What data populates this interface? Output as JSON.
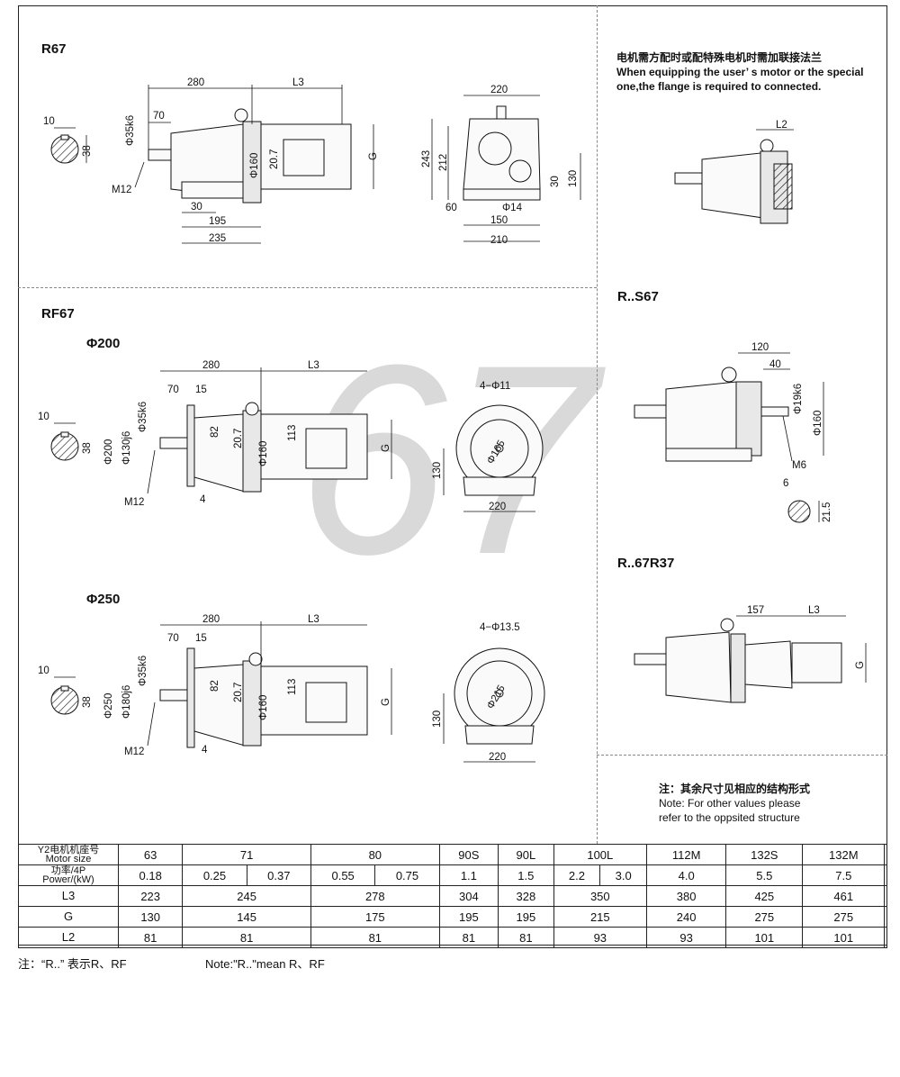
{
  "watermark": "67",
  "sections": {
    "r67": "R67",
    "rf67": "RF67",
    "phi200": "Φ200",
    "phi250": "Φ250",
    "rs67": "R..S67",
    "r67r37": "R..67R37"
  },
  "notes": {
    "flange_cn": "电机需方配时或配特殊电机时需加联接法兰",
    "flange_en1": "When equipping the user’ s motor or the special",
    "flange_en2": "one,the flange is required to connected.",
    "other_cn": "注：其余尺寸见相应的结构形式",
    "other_en1": "Note: For other values please",
    "other_en2": "refer to the oppsited structure"
  },
  "dims": {
    "r67": {
      "d280": "280",
      "dL3": "L3",
      "d70": "70",
      "d35k6": "Φ35k6",
      "d20_7": "20.7",
      "d160": "Φ160",
      "dG": "G",
      "dM12": "M12",
      "d30": "30",
      "d195": "195",
      "d235": "235",
      "d10": "10",
      "d38": "38"
    },
    "r67side": {
      "d220": "220",
      "d243": "243",
      "d212": "212",
      "d30": "30",
      "d130": "130",
      "d60": "60",
      "d14": "Φ14",
      "d150": "150",
      "d210": "210"
    },
    "rf200": {
      "d280": "280",
      "dL3": "L3",
      "d70": "70",
      "d15": "15",
      "d35k6": "Φ35k6",
      "d200": "Φ200",
      "d130j6": "Φ130j6",
      "d82": "82",
      "d20_7": "20.7",
      "d160": "Φ160",
      "d113": "113",
      "dG": "G",
      "dM12": "M12",
      "d4": "4",
      "d10": "10",
      "d38": "38"
    },
    "rf200side": {
      "d4x11": "4−Φ11",
      "d165": "Φ165",
      "d130": "130",
      "d220": "220"
    },
    "rf250": {
      "d280": "280",
      "dL3": "L3",
      "d70": "70",
      "d15": "15",
      "d35k6": "Φ35k6",
      "d250": "Φ250",
      "d180j6": "Φ180j6",
      "d82": "82",
      "d20_7": "20.7",
      "d160": "Φ160",
      "d113": "113",
      "dG": "G",
      "dM12": "M12",
      "d4": "4",
      "d10": "10",
      "d38": "38"
    },
    "rf250side": {
      "d4x13": "4−Φ13.5",
      "d215": "Φ215",
      "d130": "130",
      "d220": "220"
    },
    "l2": {
      "dL2": "L2"
    },
    "rs67": {
      "d120": "120",
      "d40": "40",
      "d19k6": "Φ19k6",
      "d160": "Φ160",
      "dM6": "M6",
      "d6": "6",
      "d21_5": "21.5"
    },
    "r67r37": {
      "d157": "157",
      "dL3": "L3",
      "dG": "G"
    }
  },
  "table": {
    "rows": [
      {
        "label1": "Y2电机机座号",
        "label2": "Motor size",
        "cells": [
          "63",
          "71",
          "80",
          "90S",
          "90L",
          "100L",
          "112M",
          "132S",
          "132M",
          ""
        ]
      },
      {
        "label1": "功率/4P",
        "label2": "Power/(kW)",
        "cells": [
          "0.18",
          "0.25",
          "0.37",
          "0.55",
          "0.75",
          "1.1",
          "1.5",
          "2.2",
          "3.0",
          "4.0",
          "5.5",
          "7.5",
          ""
        ]
      },
      {
        "label1": "L3",
        "cells": [
          "223",
          "245",
          "278",
          "304",
          "328",
          "350",
          "380",
          "425",
          "461",
          ""
        ]
      },
      {
        "label1": "G",
        "cells": [
          "130",
          "145",
          "175",
          "195",
          "195",
          "215",
          "240",
          "275",
          "275",
          ""
        ]
      },
      {
        "label1": "L2",
        "cells": [
          "81",
          "81",
          "81",
          "81",
          "81",
          "93",
          "93",
          "101",
          "101",
          ""
        ]
      }
    ]
  },
  "footer": {
    "cn": "注：“R..” 表示R、RF",
    "en": "Note:\"R..\"mean R、RF"
  }
}
